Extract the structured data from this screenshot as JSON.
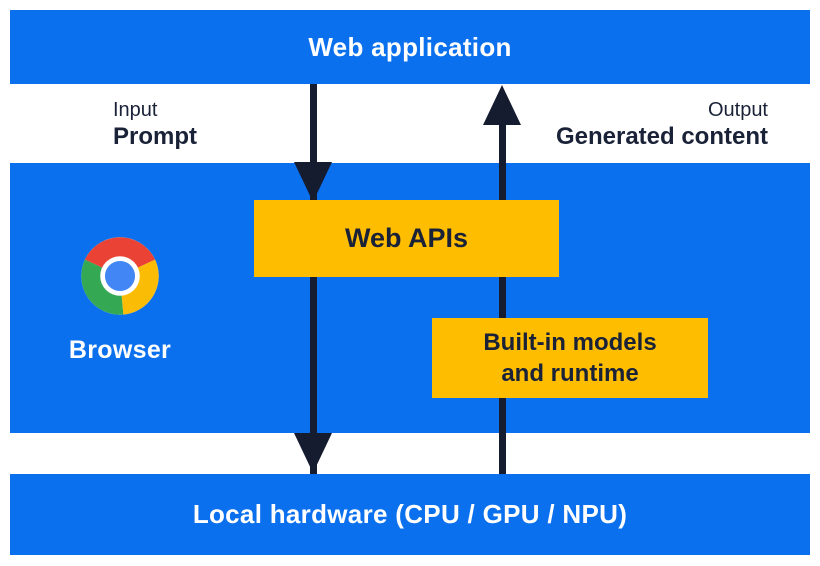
{
  "colors": {
    "blue": "#0b70ee",
    "yellow": "#ffbd00",
    "arrow": "#151c30",
    "dark_text": "#1a2238",
    "light_text": "#ffffff",
    "chrome_red": "#ea4335",
    "chrome_green": "#34a853",
    "chrome_yellow": "#fbbc05",
    "chrome_blue": "#4285f4"
  },
  "top_bar": {
    "label": "Web application"
  },
  "flow_labels": {
    "input": {
      "caption": "Input",
      "value": "Prompt"
    },
    "output": {
      "caption": "Output",
      "value": "Generated content"
    }
  },
  "browser_section": {
    "label": "Browser",
    "logo": "chrome-logo"
  },
  "boxes": {
    "web_apis": {
      "label": "Web APIs"
    },
    "builtin": {
      "line1": "Built-in models",
      "line2": "and runtime"
    }
  },
  "bottom_bar": {
    "label": "Local hardware (CPU / GPU / NPU)"
  },
  "arrows": {
    "down": "prompt-flow-from-web-app-to-hardware",
    "up": "generated-content-flow-from-hardware-to-web-app"
  }
}
